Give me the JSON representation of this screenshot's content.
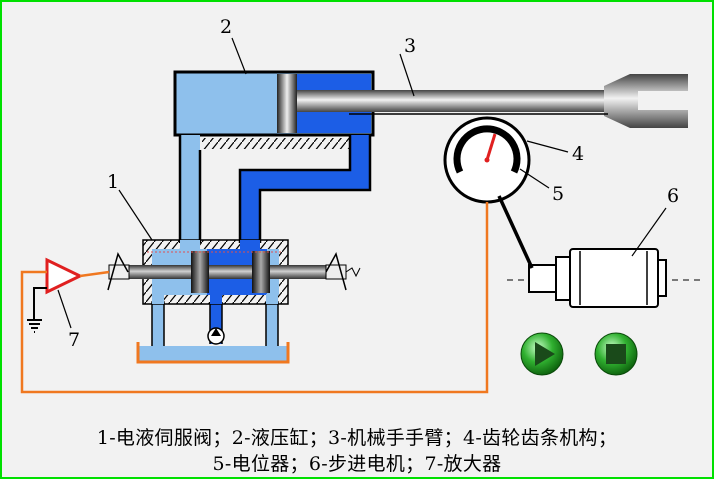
{
  "labels": {
    "servo_valve": "1",
    "cylinder": "2",
    "arm": "3",
    "gear_rack": "4",
    "potentiometer": "5",
    "stepper_motor": "6",
    "amplifier": "7"
  },
  "caption": {
    "line1": "1-电液伺服阀；2-液压缸；3-机械手手臂；4-齿轮齿条机构；",
    "line2": "5-电位器；6-步进电机；7-放大器"
  },
  "controls": {
    "play_icon": "play-icon",
    "stop_icon": "stop-icon"
  },
  "colors": {
    "background": "#f2f2f2",
    "border": "#00e000",
    "fluid_light": "#8ec0ec",
    "fluid_dark": "#1c5ee6",
    "wire": "#f07820",
    "amplifier": "#e02020",
    "button": "#20a020"
  }
}
